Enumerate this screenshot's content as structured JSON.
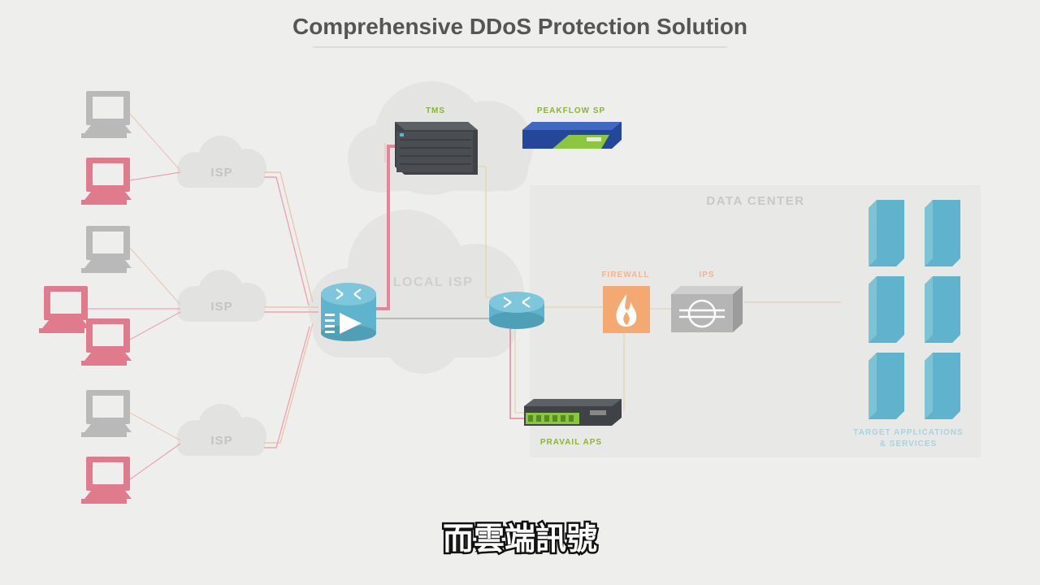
{
  "title": "Comprehensive DDoS Protection Solution",
  "labels": {
    "tms": "TMS",
    "peakflow": "PEAKFLOW SP",
    "data_center": "DATA CENTER",
    "isp": "ISP",
    "local_isp": "LOCAL ISP",
    "firewall": "FIREWALL",
    "ips": "IPS",
    "pravail": "PRAVAIL APS",
    "target_line1": "TARGET APPLICATIONS",
    "target_line2": "& SERVICES"
  },
  "subtitle": "而雲端訊號",
  "colors": {
    "background": "#eeeeec",
    "attacker": "#e07b8e",
    "legit": "#b9b9b9",
    "router": "#5fb3cc",
    "server": "#5fb3cc",
    "firewall": "#f4a872",
    "attack_line": "#e8839a",
    "accent_green": "#8cb33a"
  }
}
